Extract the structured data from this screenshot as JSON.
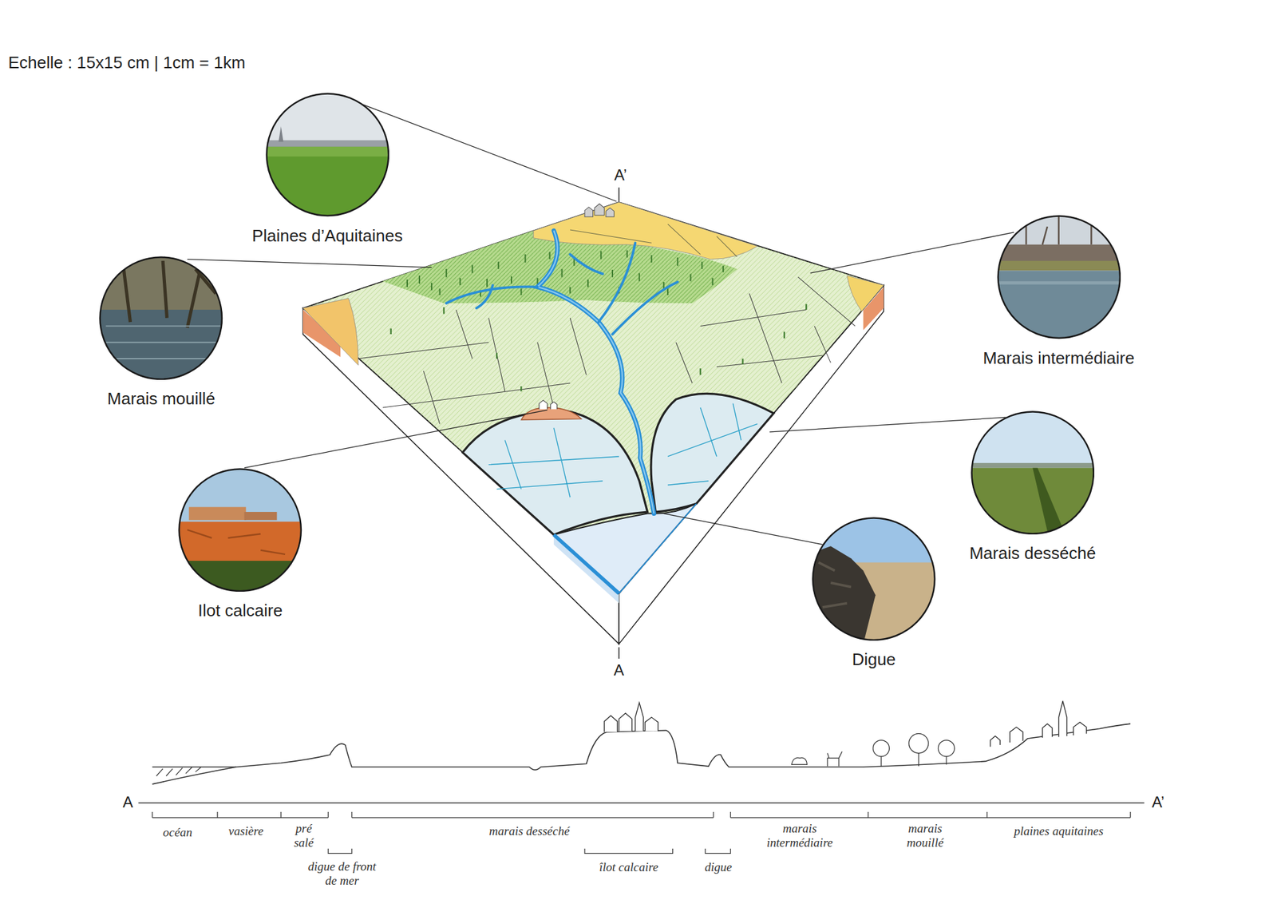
{
  "diagram": {
    "nodes": [
      {
        "text": [
          "Plaines d’Aquitaines"
        ]
      },
      {
        "text": [
          "Marais intermédiaire"
        ]
      },
      {
        "text": [
          "Marais mouillé"
        ]
      },
      {
        "text": [
          "Marais desséché"
        ]
      },
      {
        "text": [
          "Ilot calcaire"
        ]
      },
      {
        "text": [
          "Digue"
        ]
      }
    ],
    "labels": [
      "Echelle : 15x15 cm | 1cm = 1km",
      "A’",
      "A",
      "A",
      "A’",
      "océan",
      "vasière",
      "pré salé",
      "digue de front de mer",
      "marais desséché",
      "îlot calcaire",
      "digue",
      "marais intermédiaire",
      "marais mouillé",
      "plaines aquitaines"
    ]
  }
}
